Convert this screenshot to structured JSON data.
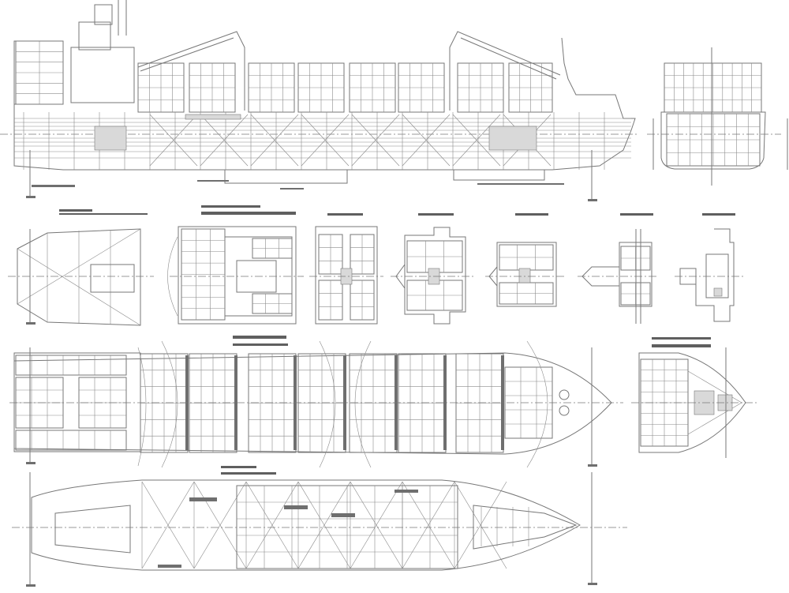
{
  "drawing": {
    "line_color": "#777777",
    "background": "#ffffff",
    "views": [
      "profile-view",
      "midship-section",
      "deck-plan-1",
      "deck-plan-2",
      "deck-plan-3",
      "deck-plan-4",
      "deck-plan-5",
      "deck-plan-6",
      "deck-plan-7",
      "upper-deck-plan",
      "forecastle-deck-plan",
      "double-bottom-plan"
    ]
  }
}
